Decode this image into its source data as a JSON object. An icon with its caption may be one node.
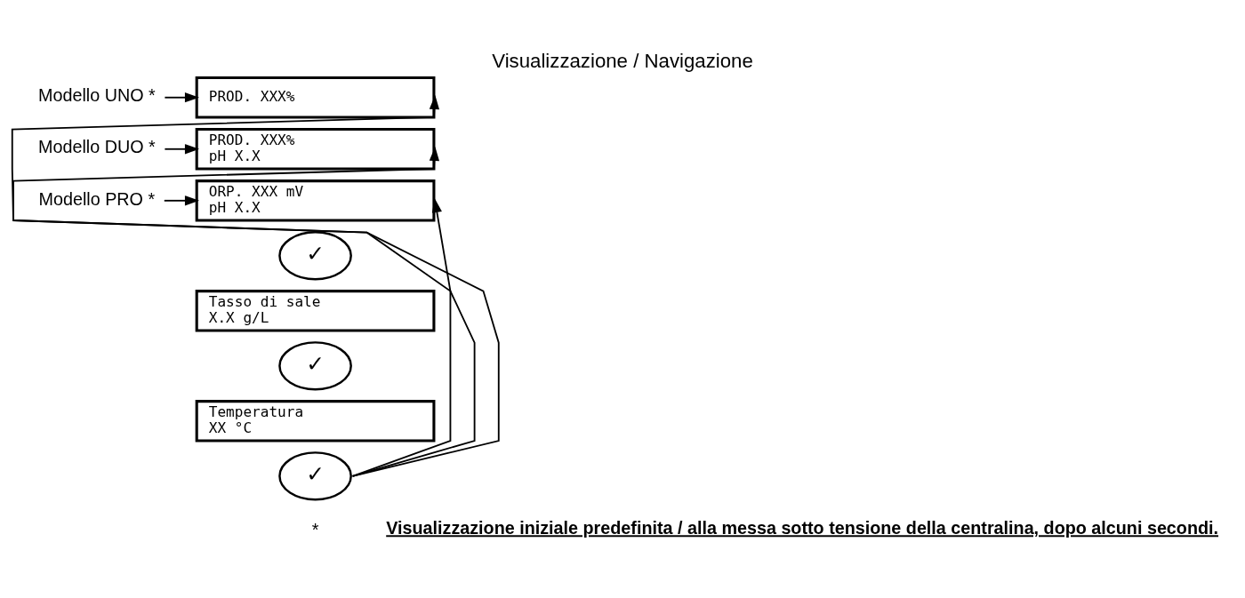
{
  "diagram": {
    "title": "Visualizzazione / Navigazione",
    "nodes": [
      {
        "text": [
          "Modello UNO *"
        ]
      },
      {
        "text": [
          "Modello DUO *"
        ]
      },
      {
        "text": [
          "Modello PRO *"
        ]
      },
      {
        "text": [
          "PROD. XXX%"
        ]
      },
      {
        "text": [
          "PROD. XXX%",
          "pH X.X"
        ]
      },
      {
        "text": [
          "ORP. XXX mV",
          "pH X.X"
        ]
      },
      {
        "text": [
          "✓"
        ]
      },
      {
        "text": [
          "Tasso di sale",
          "X.X g/L"
        ]
      },
      {
        "text": [
          "✓"
        ]
      },
      {
        "text": [
          "Temperatura",
          "XX °C"
        ]
      },
      {
        "text": [
          "✓"
        ]
      }
    ],
    "edges": [
      {
        "from": 0,
        "to": 3,
        "arrow": "to"
      },
      {
        "from": 1,
        "to": 4,
        "arrow": "to"
      },
      {
        "from": 2,
        "to": 5,
        "arrow": "to"
      },
      {
        "from": 10,
        "to": 3,
        "arrow": "to"
      },
      {
        "from": 10,
        "to": 4,
        "arrow": "to"
      },
      {
        "from": 10,
        "to": 5,
        "arrow": "to"
      }
    ],
    "labels": [
      "*",
      "Visualizzazione iniziale predefinita / alla messa sotto tensione della centralina, dopo alcuni secondi."
    ]
  }
}
